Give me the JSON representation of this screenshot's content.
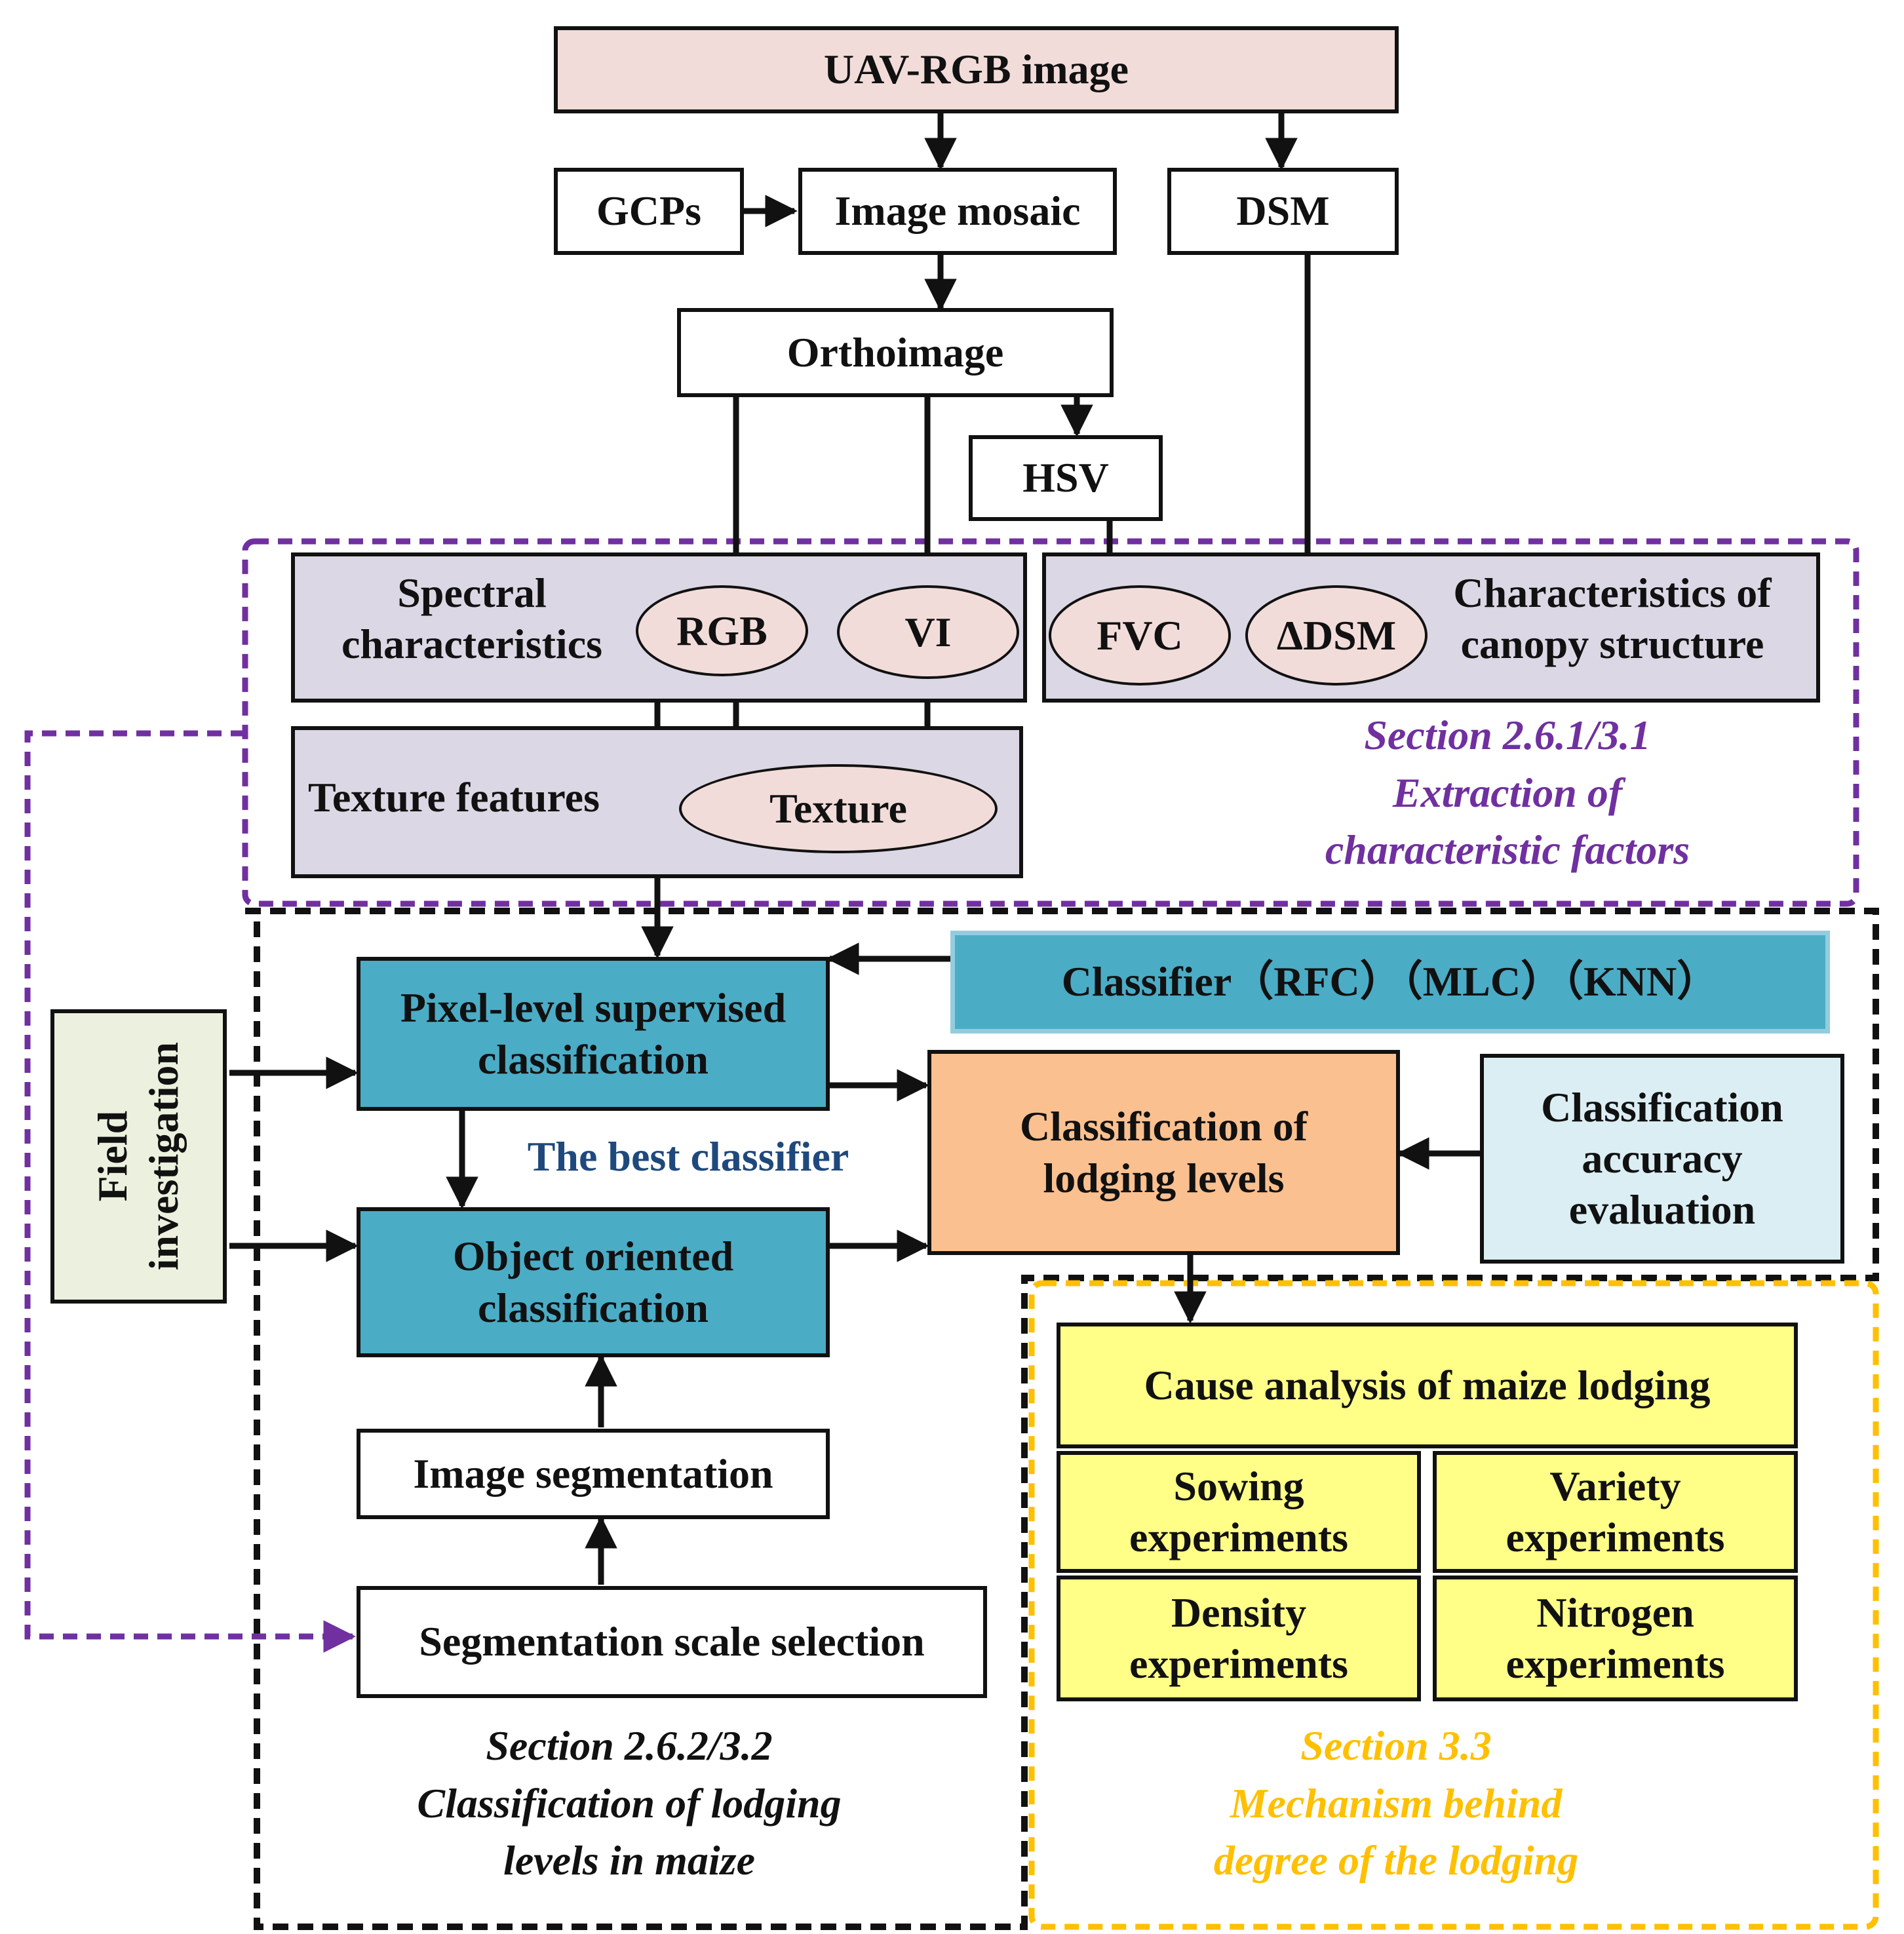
{
  "colors": {
    "uav_fill": "#f2dcda",
    "feature_panel_fill": "#dcd7e4",
    "oval_fill": "#f2dcda",
    "teal": "#4bacc6",
    "teal_border": "#93cddd",
    "orange": "#fac090",
    "light_blue": "#dbeef4",
    "field_green": "#ebf1de",
    "yellow": "#ffff88",
    "purple_dash": "#7030a0",
    "purple_text": "#7030a0",
    "yellow_dash": "#ffc000",
    "yellow_text": "#ffc000",
    "best_classifier_text": "#1f497d"
  },
  "nodes": {
    "uav_rgb": "UAV-RGB image",
    "gcps": "GCPs",
    "image_mosaic": "Image mosaic",
    "dsm": "DSM",
    "orthoimage": "Orthoimage",
    "hsv": "HSV",
    "spectral": [
      "Spectral",
      "characteristics"
    ],
    "rgb": "RGB",
    "vi": "VI",
    "fvc": "FVC",
    "delta_dsm": "ΔDSM",
    "canopy": [
      "Characteristics of",
      "canopy structure"
    ],
    "texture_features": "Texture features",
    "texture": "Texture",
    "field_investigation": [
      "Field",
      "investigation"
    ],
    "pixel_level": [
      "Pixel-level supervised",
      "classification"
    ],
    "classifier": "Classifier（RFC）（MLC）（KNN）",
    "best_classifier": "The best classifier",
    "object_oriented": [
      "Object oriented",
      "classification"
    ],
    "classification_lodging": [
      "Classification of",
      "lodging levels"
    ],
    "accuracy": [
      "Classification",
      "accuracy",
      "evaluation"
    ],
    "image_segmentation": "Image segmentation",
    "segmentation_scale": "Segmentation scale selection",
    "cause_analysis": "Cause analysis of maize lodging",
    "sowing": [
      "Sowing",
      "experiments"
    ],
    "variety": [
      "Variety",
      "experiments"
    ],
    "density": [
      "Density",
      "experiments"
    ],
    "nitrogen": [
      "Nitrogen",
      "experiments"
    ]
  },
  "sections": {
    "extraction": [
      "Section 2.6.1/3.1",
      "Extraction of",
      "characteristic factors"
    ],
    "classification": [
      "Section 2.6.2/3.2",
      "Classification of lodging",
      "levels in maize"
    ],
    "mechanism": [
      "Section 3.3",
      "Mechanism behind",
      "degree of the lodging"
    ]
  }
}
